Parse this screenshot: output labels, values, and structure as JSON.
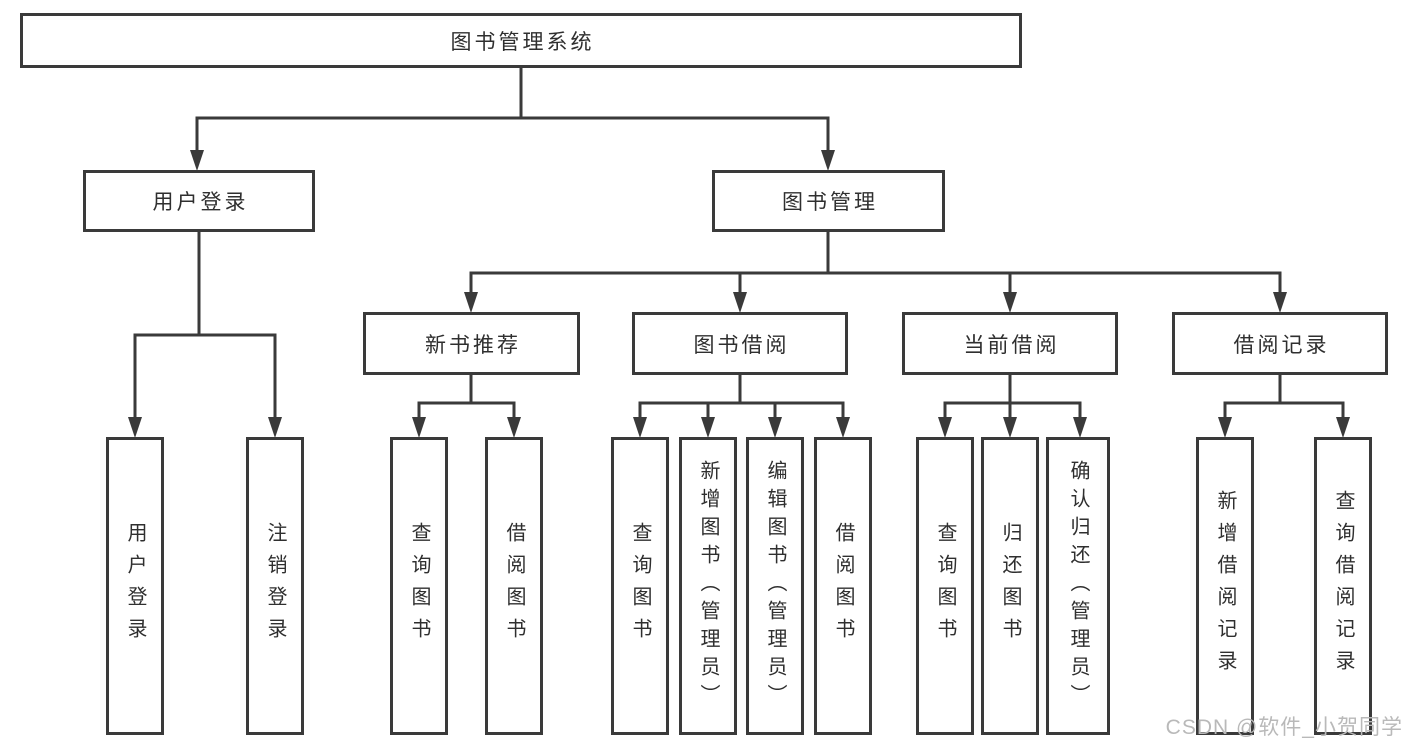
{
  "colors": {
    "background": "#ffffff",
    "border": "#3a3a3a",
    "text": "#2f2f2f",
    "watermark": "#b9b9b9"
  },
  "nodes": {
    "root": {
      "label": "图书管理系统"
    },
    "level2": [
      {
        "label": "用户登录"
      },
      {
        "label": "图书管理"
      }
    ],
    "level3": [
      {
        "label": "新书推荐"
      },
      {
        "label": "图书借阅"
      },
      {
        "label": "当前借阅"
      },
      {
        "label": "借阅记录"
      }
    ],
    "level4": {
      "user_login": [
        {
          "label": "用户登录"
        },
        {
          "label": "注销登录"
        }
      ],
      "new_books": [
        {
          "label": "查询图书"
        },
        {
          "label": "借阅图书"
        }
      ],
      "book_borrow": [
        {
          "label": "查询图书"
        },
        {
          "label": "新增图书（管理员）"
        },
        {
          "label": "编辑图书（管理员）"
        },
        {
          "label": "借阅图书"
        }
      ],
      "current_borrow": [
        {
          "label": "查询图书"
        },
        {
          "label": "归还图书"
        },
        {
          "label": "确认归还（管理员）"
        }
      ],
      "borrow_records": [
        {
          "label": "新增借阅记录"
        },
        {
          "label": "查询借阅记录"
        }
      ]
    }
  },
  "watermark": {
    "text": "CSDN @软件_小贺同学"
  }
}
